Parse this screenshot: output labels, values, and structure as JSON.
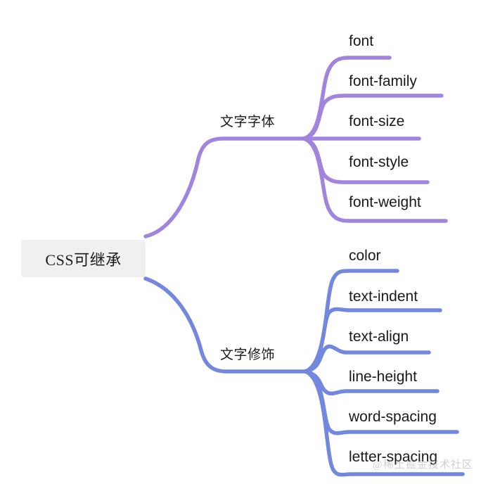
{
  "diagram": {
    "type": "mindmap",
    "title": "CSS可继承",
    "root": {
      "label": "CSS可继承",
      "box_color": "#f0f0f0",
      "text_color": "#1b1b1f"
    },
    "branches": [
      {
        "label": "文字字体",
        "color": "#a184dd",
        "leaves": [
          {
            "label": "font"
          },
          {
            "label": "font-family"
          },
          {
            "label": "font-size"
          },
          {
            "label": "font-style"
          },
          {
            "label": "font-weight"
          }
        ]
      },
      {
        "label": "文字修饰",
        "color": "#7287de",
        "leaves": [
          {
            "label": "color"
          },
          {
            "label": "text-indent"
          },
          {
            "label": "text-align"
          },
          {
            "label": "line-height"
          },
          {
            "label": "word-spacing"
          },
          {
            "label": "letter-spacing"
          }
        ]
      }
    ]
  },
  "watermark": {
    "text": "@稀土掘金技术社区"
  },
  "colors": {
    "background": "#ffffff",
    "purple_branch": "#a184dd",
    "blue_branch": "#7287de",
    "root_box": "#f0f0f0",
    "text": "#1b1b1f"
  }
}
